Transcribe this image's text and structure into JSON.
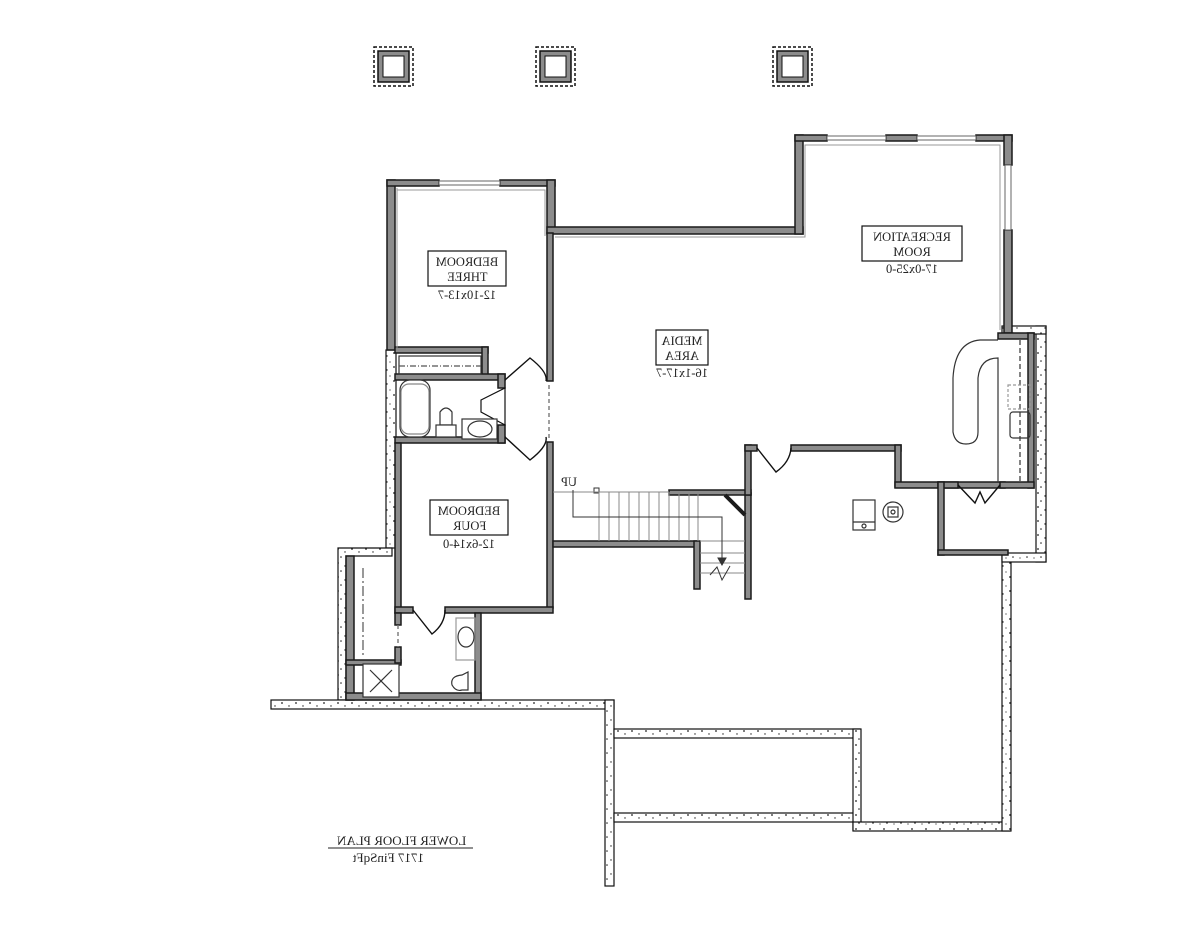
{
  "drawing": {
    "title": "LOWER FLOOR PLAN",
    "subtitle": "1717 FinSqFt",
    "mirrored": true
  },
  "rooms": [
    {
      "id": "bedroom-three",
      "name_line1": "BEDROOM",
      "name_line2": "THREE",
      "dimensions": "12-10x13-7"
    },
    {
      "id": "recreation-room",
      "name_line1": "RECREATION",
      "name_line2": "ROOM",
      "dimensions": "17-0x25-0"
    },
    {
      "id": "media-area",
      "name_line1": "MEDIA",
      "name_line2": "AREA",
      "dimensions": "16-1x17-7"
    },
    {
      "id": "bedroom-four",
      "name_line1": "BEDROOM",
      "name_line2": "FOUR",
      "dimensions": "12-6x14-0"
    }
  ],
  "stairs": {
    "label": "UP"
  },
  "colors": {
    "wall_fill": "#8c8c8c",
    "wall_outline": "#1a1a1a",
    "foundation_fill": "#ffffff",
    "text": "#222222",
    "background": "#ffffff"
  }
}
